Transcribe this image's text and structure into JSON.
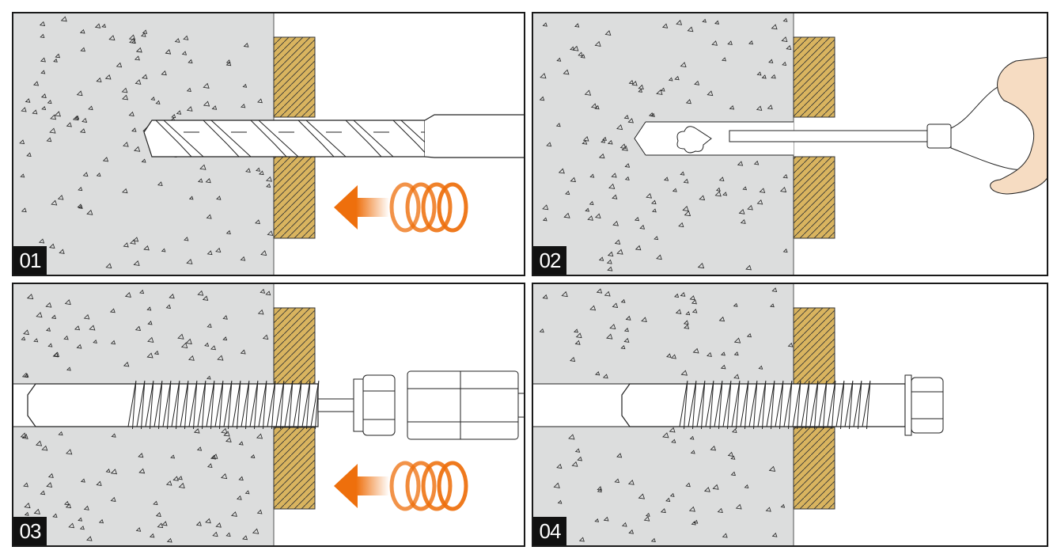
{
  "steps": [
    {
      "label": "01",
      "action": "drill"
    },
    {
      "label": "02",
      "action": "blow-out"
    },
    {
      "label": "03",
      "action": "screw-in"
    },
    {
      "label": "04",
      "action": "installed"
    }
  ],
  "colors": {
    "concrete": "#dcdddd",
    "wood": "#d9b45f",
    "arrow": "#ee6f0c",
    "outline": "#1a1a1a",
    "hand": "#f6dcc2",
    "label_bg": "#111111"
  },
  "icons": [
    "drill-bit-icon",
    "rotation-arrow-icon",
    "blower-bulb-icon",
    "hand-icon",
    "screw-anchor-icon",
    "socket-icon"
  ]
}
